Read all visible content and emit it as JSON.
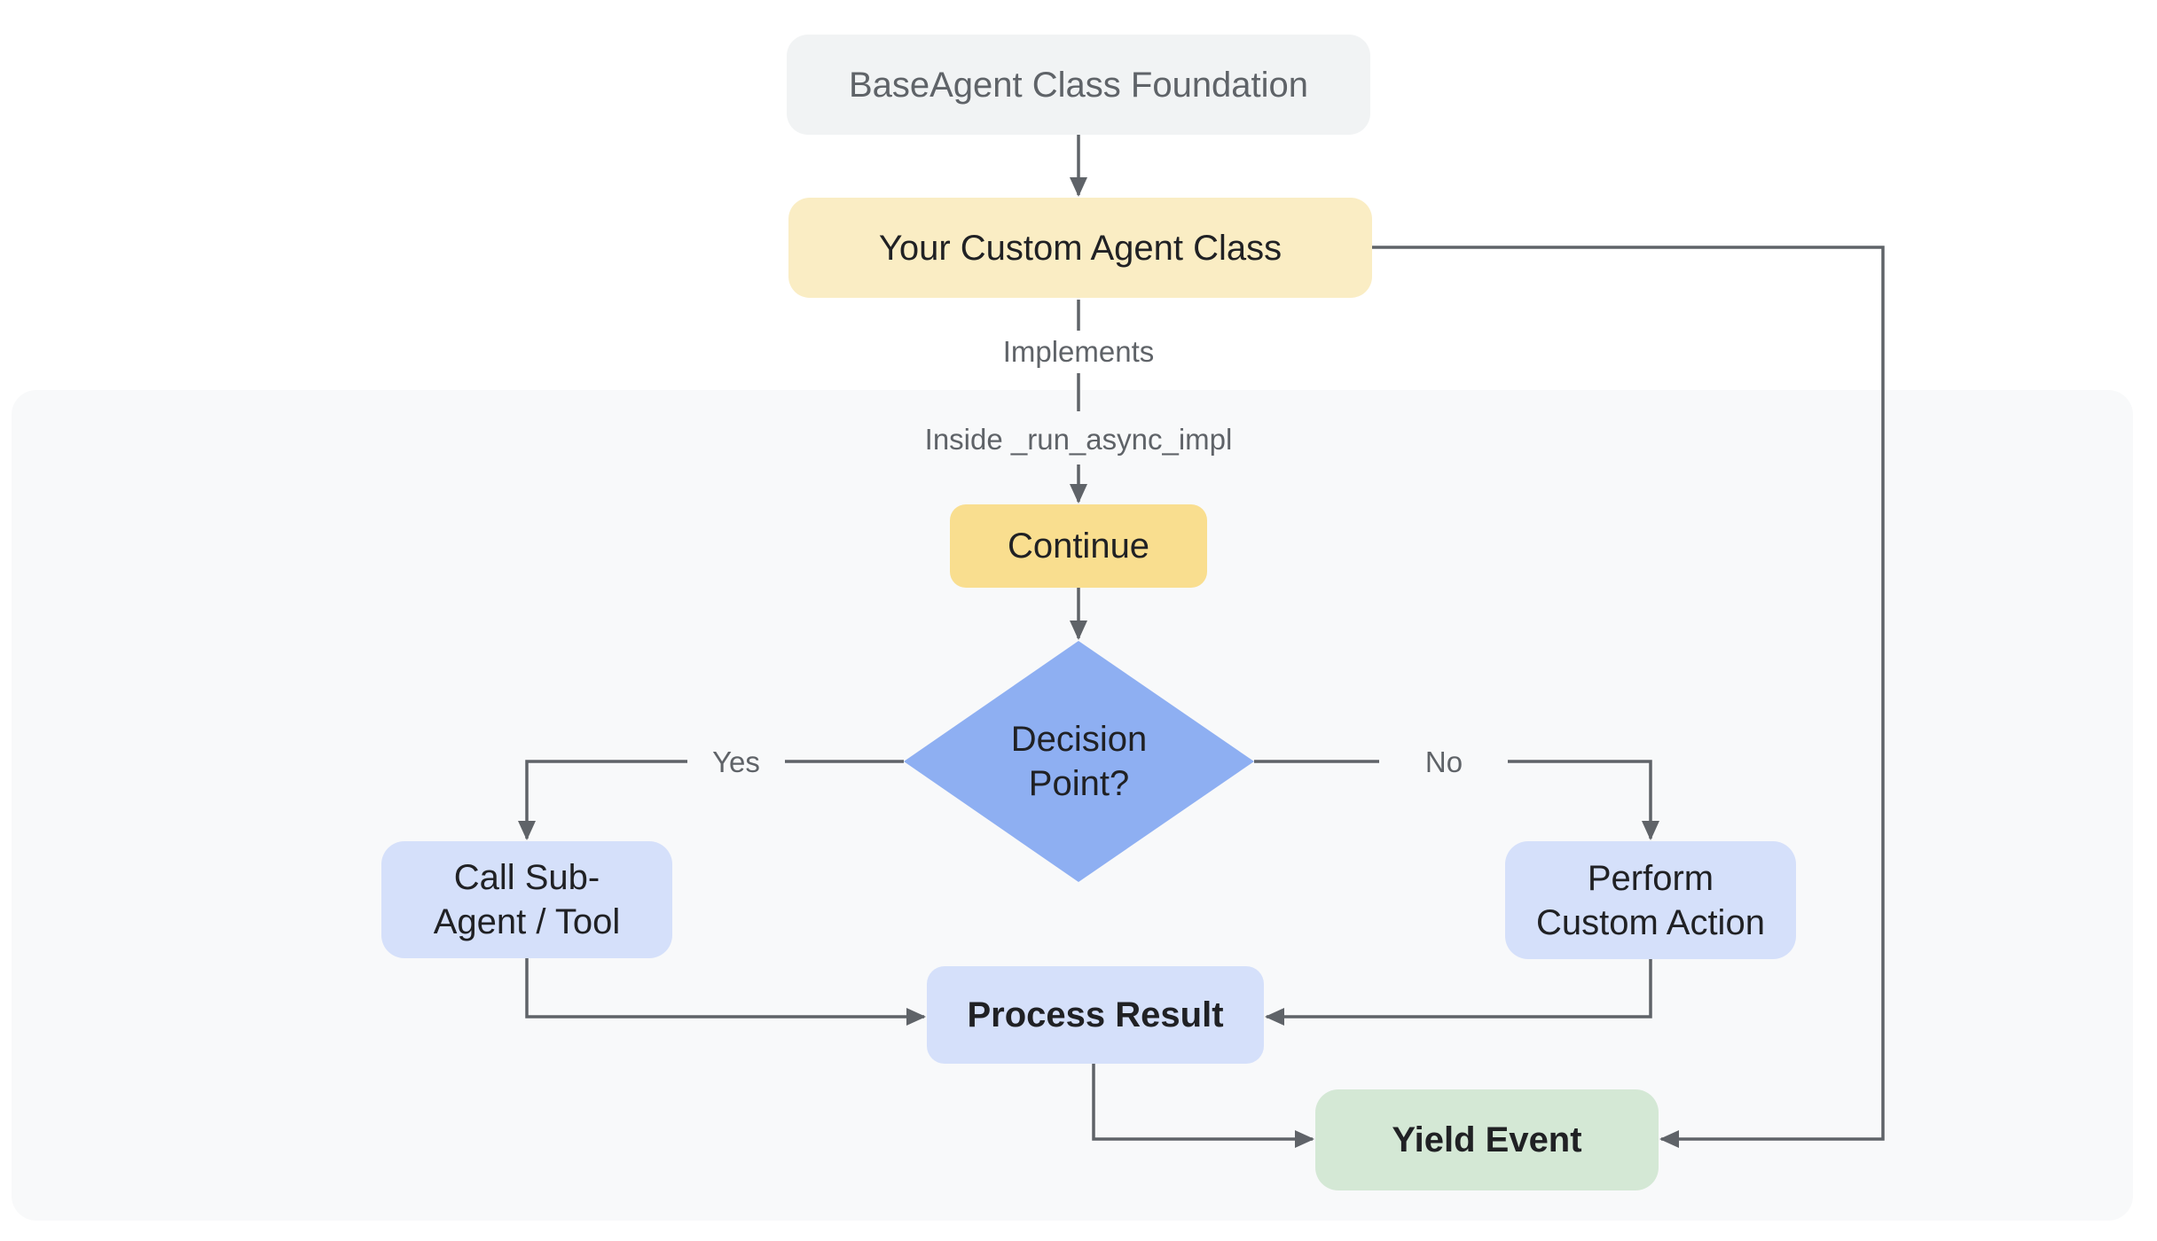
{
  "diagram": {
    "nodes": {
      "foundation": {
        "label": "BaseAgent Class Foundation",
        "bg": "#F1F3F4",
        "text_color": "#5F6368"
      },
      "custom_agent": {
        "label": "Your Custom Agent Class",
        "bg": "#FAEDC4",
        "text_color": "#202124"
      },
      "continue_step": {
        "label": "Continue",
        "bg": "#F9DE8F",
        "text_color": "#202124"
      },
      "decision": {
        "label_line1": "Decision",
        "label_line2": "Point?",
        "bg": "#8EAFF2",
        "text_color": "#202124"
      },
      "call_sub_agent": {
        "label_line1": "Call Sub-",
        "label_line2": "Agent / Tool",
        "bg": "#D5E0FA",
        "text_color": "#202124"
      },
      "perform_custom_action": {
        "label_line1": "Perform",
        "label_line2": "Custom Action",
        "bg": "#D5E0FA",
        "text_color": "#202124"
      },
      "process_result": {
        "label": "Process Result",
        "bg": "#D5E0FA",
        "text_color": "#202124"
      },
      "yield_event": {
        "label": "Yield Event",
        "bg": "#D4E8D5",
        "text_color": "#202124"
      }
    },
    "edge_labels": {
      "implements": "Implements",
      "inside_impl": "Inside _run_async_impl",
      "yes": "Yes",
      "no": "No"
    },
    "colors": {
      "canvas_bg": "#FFFFFF",
      "panel_bg": "#F8F9FA",
      "line": "#5F6368",
      "text_dark": "#202124",
      "label_gray": "#5F6368"
    }
  }
}
